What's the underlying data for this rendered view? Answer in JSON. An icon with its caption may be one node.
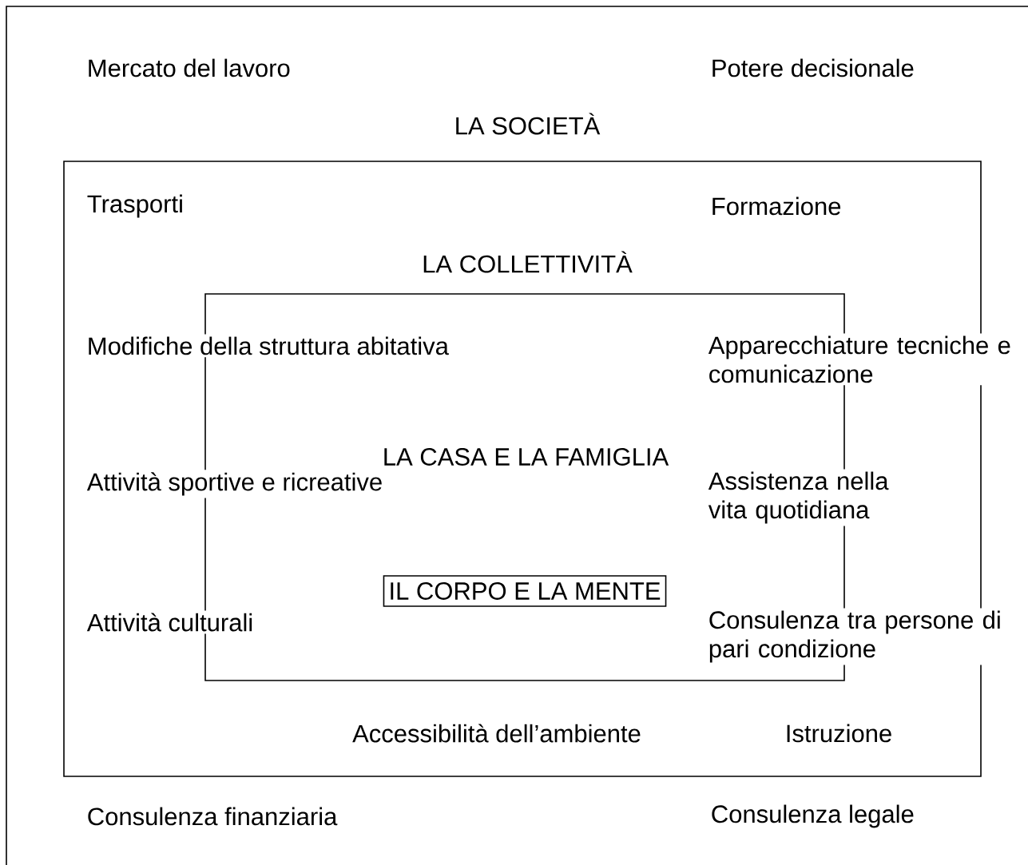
{
  "diagram": {
    "nodes": [
      {
        "text": [
          "LA SOCIETÀ"
        ]
      },
      {
        "text": [
          "LA COLLETTIVITÀ"
        ],
        "in": 0
      },
      {
        "text": [
          "LA CASA E LA FAMIGLIA"
        ],
        "in": 1
      },
      {
        "text": [
          "IL CORPO E LA MENTE"
        ],
        "in": 2
      }
    ],
    "labels": [
      "Mercato del lavoro",
      "Potere decisionale",
      "Trasporti",
      "Formazione",
      "Modifiche della struttura abitativa",
      "Apparecchiature tecniche e comunicazione",
      "Attività sportive e ricreative",
      "Assistenza nella vita quotidiana",
      "Attività culturali",
      "Consulenza tra persone di pari condizione",
      "Accessibilità dell’ambiente",
      "Istruzione",
      "Consulenza finanziaria",
      "Consulenza legale"
    ]
  }
}
